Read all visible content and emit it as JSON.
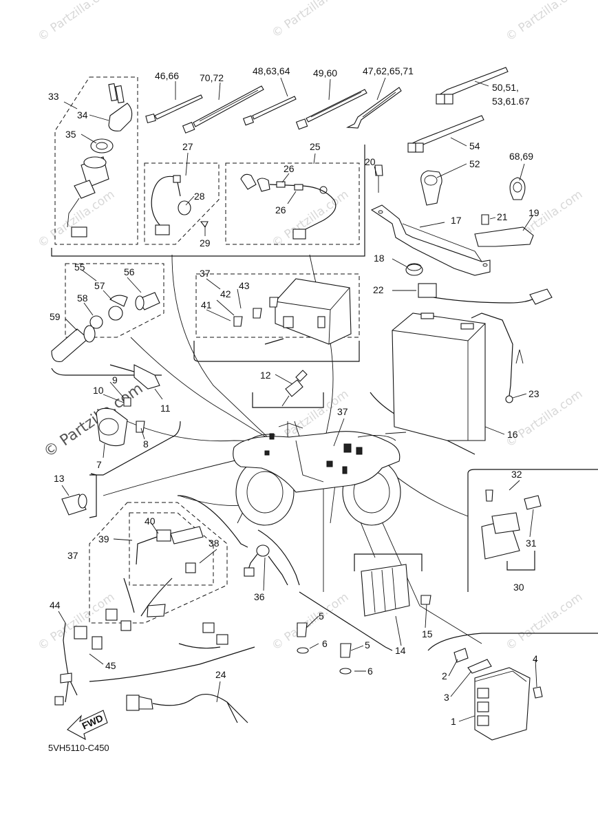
{
  "diagram": {
    "diagram_code": "5VH5110-C450",
    "direction_badge": "FWD",
    "watermark": "© Partzilla.com",
    "callouts": [
      "1",
      "2",
      "3",
      "4",
      "5",
      "5",
      "6",
      "6",
      "7",
      "8",
      "9",
      "10",
      "11",
      "12",
      "13",
      "14",
      "15",
      "16",
      "17",
      "18",
      "19",
      "20",
      "21",
      "22",
      "23",
      "24",
      "25",
      "26",
      "26",
      "27",
      "28",
      "29",
      "30",
      "31",
      "32",
      "33",
      "34",
      "35",
      "36",
      "37",
      "37",
      "37",
      "38",
      "39",
      "40",
      "41",
      "42",
      "43",
      "44",
      "45",
      "46,66",
      "70,72",
      "48,63,64",
      "49,60",
      "47,62,65,71",
      "50,51,",
      "53,61.67",
      "52",
      "54",
      "55",
      "56",
      "57",
      "58",
      "59",
      "68,69"
    ]
  }
}
